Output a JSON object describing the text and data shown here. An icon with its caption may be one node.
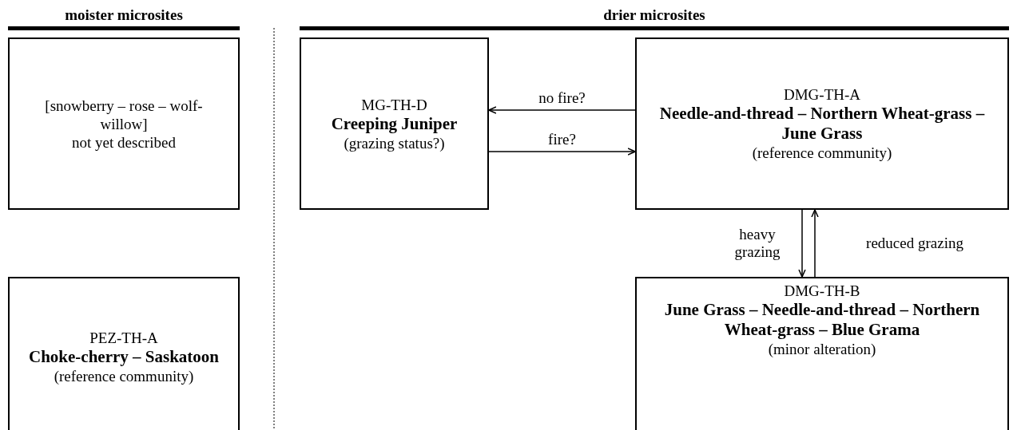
{
  "diagram": {
    "nodes": [
      {
        "text": [
          "[snowberry – rose – wolf-willow]",
          "not yet described"
        ]
      },
      {
        "text": [
          "MG-TH-D",
          "Creeping Juniper",
          "(grazing status?)"
        ]
      },
      {
        "text": [
          "DMG-TH-A",
          "Needle-and-thread – Northern Wheat-grass – June Grass",
          "(reference community)"
        ]
      },
      {
        "text": [
          "PEZ-TH-A",
          "Choke-cherry – Saskatoon",
          "(reference community)"
        ]
      },
      {
        "text": [
          "DMG-TH-B",
          "June Grass – Needle-and-thread – Northern Wheat-grass – Blue Grama",
          "(minor alteration)"
        ]
      }
    ],
    "edges": [
      {
        "from": 2,
        "to": 1,
        "arrow": "to",
        "label": "no fire?"
      },
      {
        "from": 1,
        "to": 2,
        "arrow": "to",
        "label": "fire?"
      },
      {
        "from": 2,
        "to": 4,
        "arrow": "to",
        "label": "heavy grazing"
      },
      {
        "from": 4,
        "to": 2,
        "arrow": "to",
        "label": "reduced grazing"
      }
    ],
    "labels": [
      "moister microsites",
      "drier microsites"
    ]
  }
}
